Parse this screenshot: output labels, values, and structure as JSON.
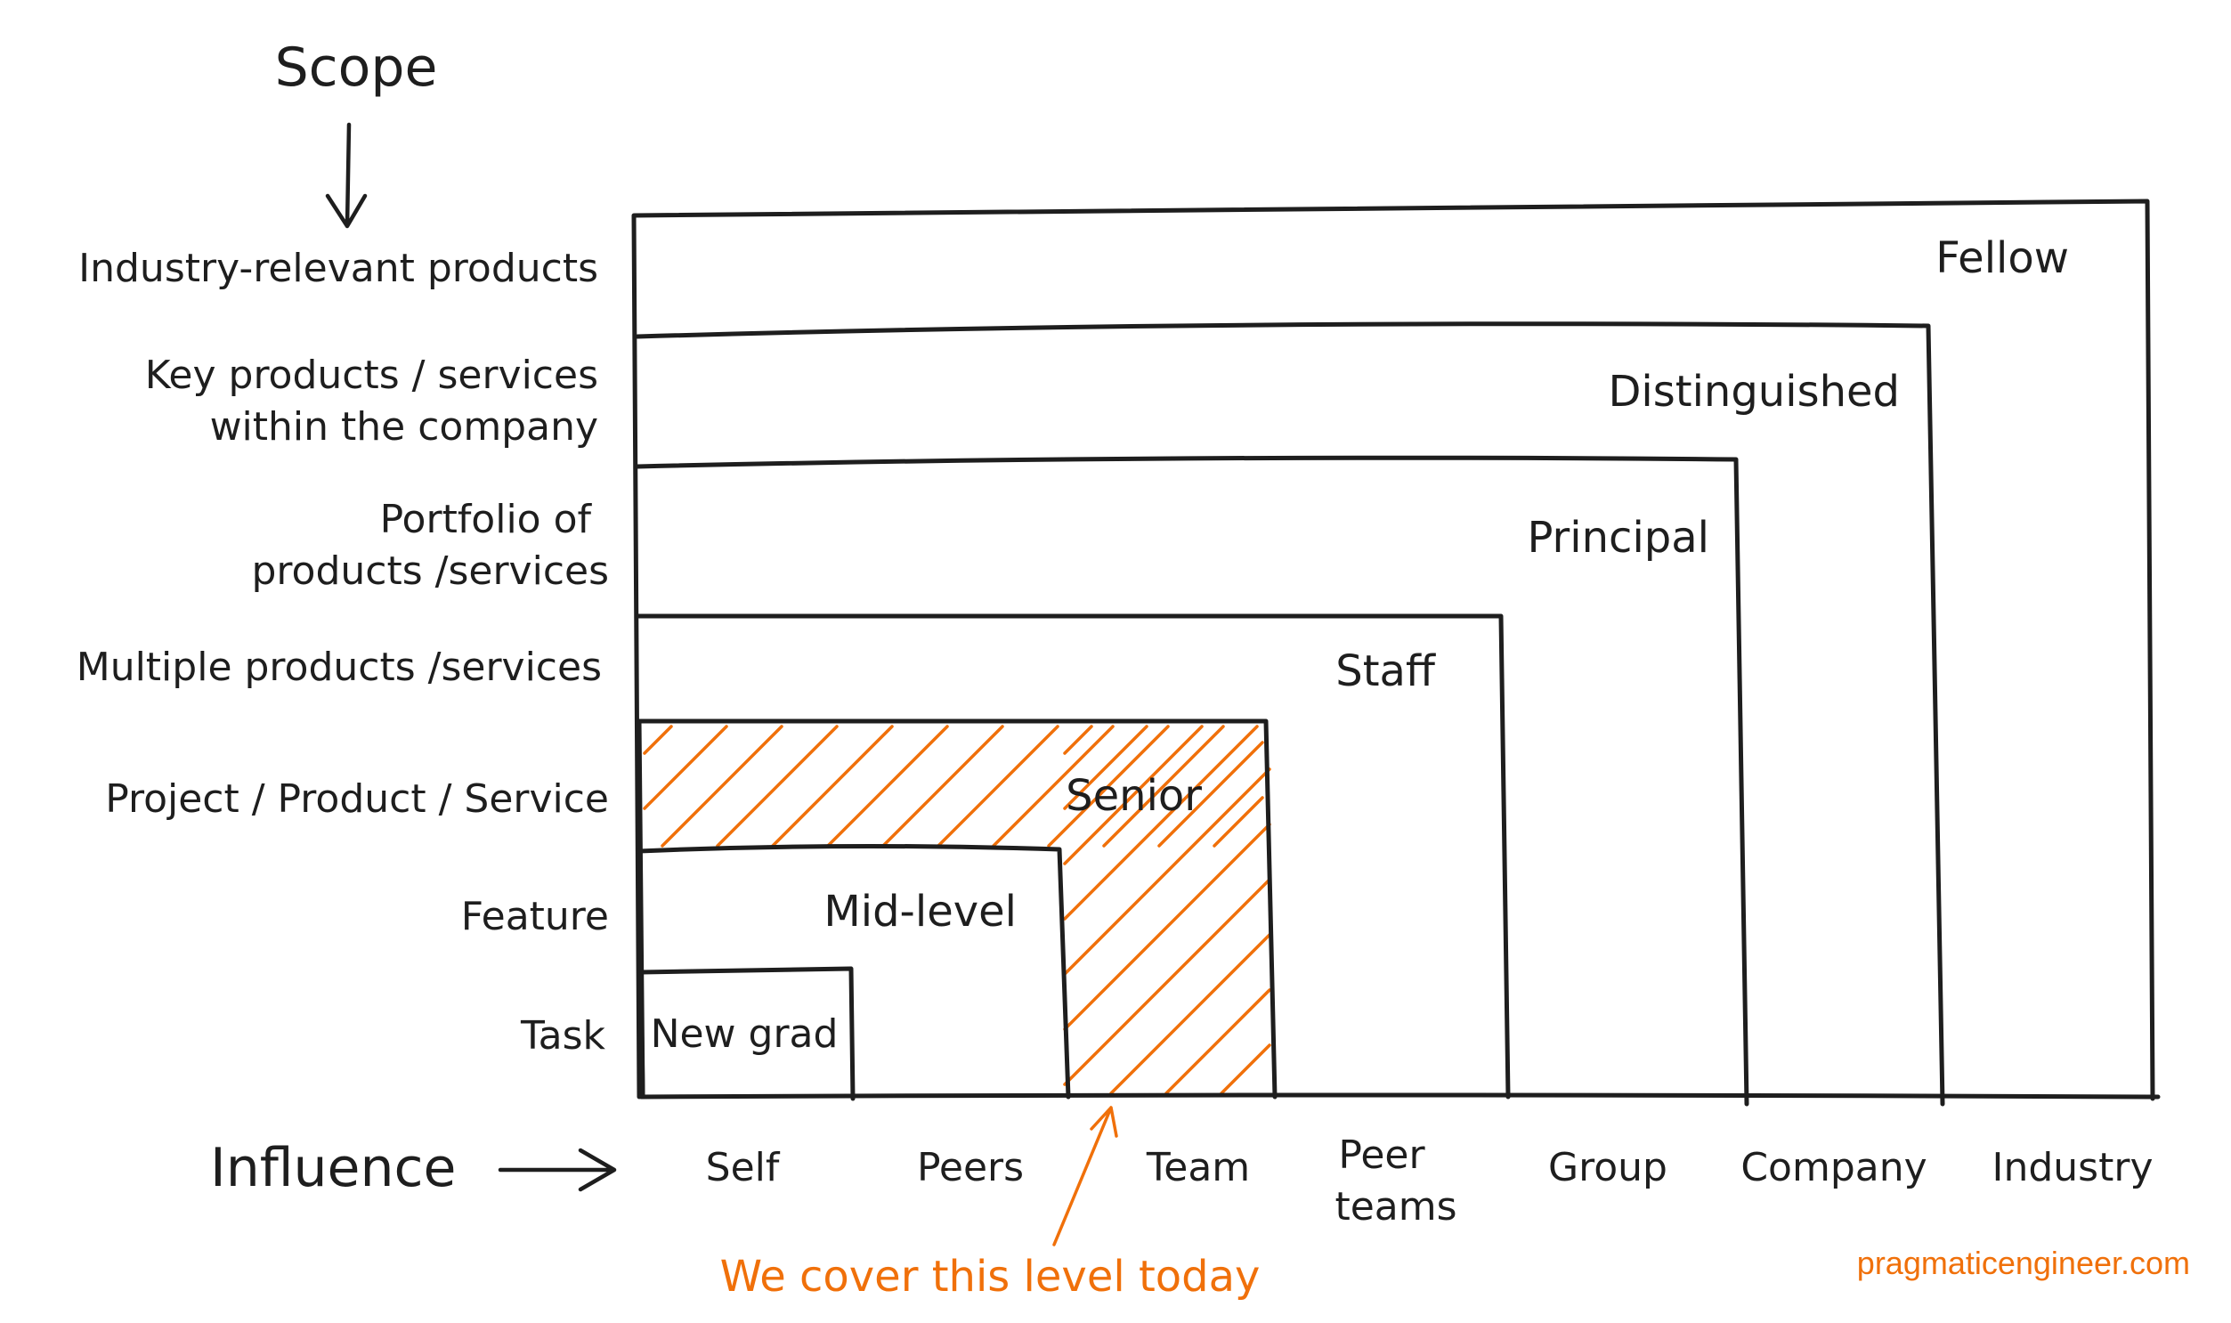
{
  "scope_axis": {
    "title": "Scope",
    "levels": [
      [
        "Industry-relevant products"
      ],
      [
        "Key products / services",
        "within the company"
      ],
      [
        "Portfolio of",
        "products /services"
      ],
      [
        "Multiple products /services"
      ],
      [
        "Project / Product / Service"
      ],
      [
        "Feature"
      ],
      [
        "Task"
      ]
    ]
  },
  "influence_axis": {
    "title": "Influence",
    "levels": [
      [
        "Self"
      ],
      [
        "Peers"
      ],
      [
        "Team"
      ],
      [
        "Peer",
        "teams"
      ],
      [
        "Group"
      ],
      [
        "Company"
      ],
      [
        "Industry"
      ]
    ]
  },
  "career_levels": [
    "Fellow",
    "Distinguished",
    "Principal",
    "Staff",
    "Senior",
    "Mid-level",
    "New grad"
  ],
  "highlighted_level": "Senior",
  "callout": "We cover this level today",
  "watermark": "pragmaticengineer.com",
  "colors": {
    "ink": "#1e1e1e",
    "accent": "#f0700a"
  }
}
